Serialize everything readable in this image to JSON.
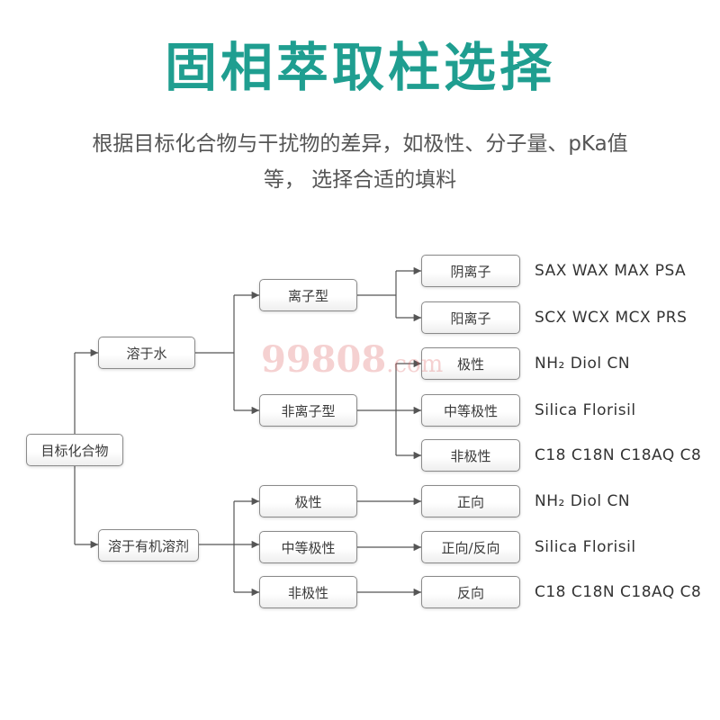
{
  "header": {
    "title": "固相萃取柱选择",
    "subtitle_line1": "根据目标化合物与干扰物的差异，如极性、分子量、pKa值",
    "subtitle_line2": "等， 选择合适的填料"
  },
  "tree": {
    "root": "目标化合物",
    "water": "溶于水",
    "organic": "溶于有机溶剂",
    "ionic": "离子型",
    "nonionic": "非离子型",
    "anion": "阴离子",
    "cation": "阳离子",
    "w_polar": "极性",
    "w_medium": "中等极性",
    "w_nonpolar": "非极性",
    "o_polar": "极性",
    "o_medium": "中等极性",
    "o_nonpolar": "非极性",
    "o_normal": "正向",
    "o_both": "正向/反向",
    "o_reverse": "反向"
  },
  "packings": {
    "anion": "SAX  WAX  MAX  PSA",
    "cation": "SCX  WCX  MCX  PRS",
    "w_polar": "NH₂  Diol  CN",
    "w_medium": "Silica  Florisil",
    "w_nonpolar": "C18  C18N  C18AQ  C8",
    "o_polar": "NH₂  Diol  CN",
    "o_medium": "Silica  Florisil",
    "o_nonpolar": "C18  C18N  C18AQ  C8"
  },
  "watermark": {
    "main": "99808",
    "suffix": ".com"
  },
  "colors": {
    "title": "#1f9e90",
    "line": "#555555",
    "border": "#8a8a8a"
  }
}
